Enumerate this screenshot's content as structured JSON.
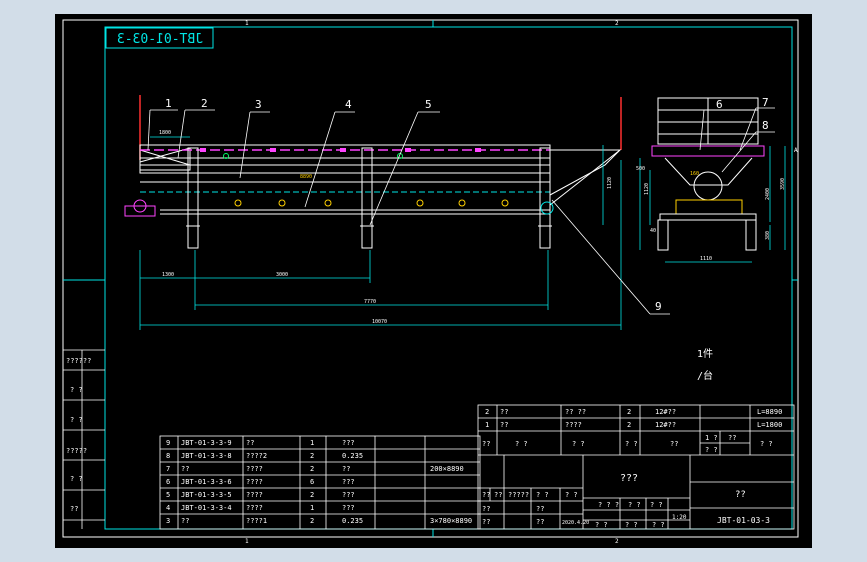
{
  "drawing": {
    "title_box": "JBT-01-03-3",
    "frame_zone_top": [
      "1",
      "2"
    ],
    "frame_zone_bottom": [
      "1",
      "2"
    ],
    "frame_zone_right": "A",
    "callouts": [
      "1",
      "2",
      "3",
      "4",
      "5",
      "6",
      "7",
      "8",
      "9"
    ],
    "dimensions": {
      "d1300": "1300",
      "d3000": "3000",
      "d7770": "7770",
      "d10070": "10070",
      "d1800": "1800",
      "d1120": "1120",
      "d3590": "3590",
      "d2400": "2400",
      "d380": "380",
      "d40": "40",
      "d1110": "1110",
      "d500": "500",
      "d8890": "8890",
      "d160": "160"
    },
    "notes": {
      "qty_line1": "1件",
      "qty_line2": "/台"
    }
  },
  "left_margin": {
    "cells": [
      "??????",
      "? ?",
      "? ?",
      "?????",
      "? ?",
      "??"
    ]
  },
  "bom": {
    "rows": [
      {
        "no": "9",
        "code": "JBT-01-3-3-9",
        "name": "??",
        "qty": "1",
        "mat": "???",
        "note": ""
      },
      {
        "no": "8",
        "code": "JBT-01-3-3-8",
        "name": "????2",
        "qty": "2",
        "mat": "0.235",
        "note": ""
      },
      {
        "no": "7",
        "code": "??",
        "name": "????",
        "qty": "2",
        "mat": "??",
        "note": "200×8890"
      },
      {
        "no": "6",
        "code": "JBT-01-3-3-6",
        "name": "????",
        "qty": "6",
        "mat": "???",
        "note": ""
      },
      {
        "no": "5",
        "code": "JBT-01-3-3-5",
        "name": "????",
        "qty": "2",
        "mat": "???",
        "note": ""
      },
      {
        "no": "4",
        "code": "JBT-01-3-3-4",
        "name": "????",
        "qty": "1",
        "mat": "???",
        "note": ""
      },
      {
        "no": "3",
        "code": "??",
        "name": "????1",
        "qty": "2",
        "mat": "0.235",
        "note": "3×780×8890"
      }
    ]
  },
  "title_block": {
    "top_rows": [
      {
        "no": "2",
        "code": "??",
        "name": "?? ??",
        "qty": "2",
        "mat": "12#??",
        "spec": "L=8890"
      },
      {
        "no": "1",
        "code": "??",
        "name": "????",
        "qty": "2",
        "mat": "12#??",
        "spec": "L=1800"
      }
    ],
    "header": [
      "??",
      "? ?",
      "? ?",
      "? ?",
      "??",
      "? ?"
    ],
    "header_right": [
      "1 ?",
      "? ?",
      "??"
    ],
    "left_labels": [
      "??",
      "??",
      "??",
      "??"
    ],
    "sig_labels": [
      "?????",
      "? ?",
      "? ?",
      "? ?",
      "??"
    ],
    "mid_labels": [
      "??",
      "??",
      "??",
      "??"
    ],
    "date": "2020.4.20",
    "scale_labels": [
      "? ? ?",
      "? ?",
      "? ?"
    ],
    "page_labels": [
      "? ?",
      "? ?",
      "? ?"
    ],
    "scale_value": "1:20",
    "drawing_title": "???",
    "company": "??",
    "drawing_no": "JBT-01-03-3"
  }
}
